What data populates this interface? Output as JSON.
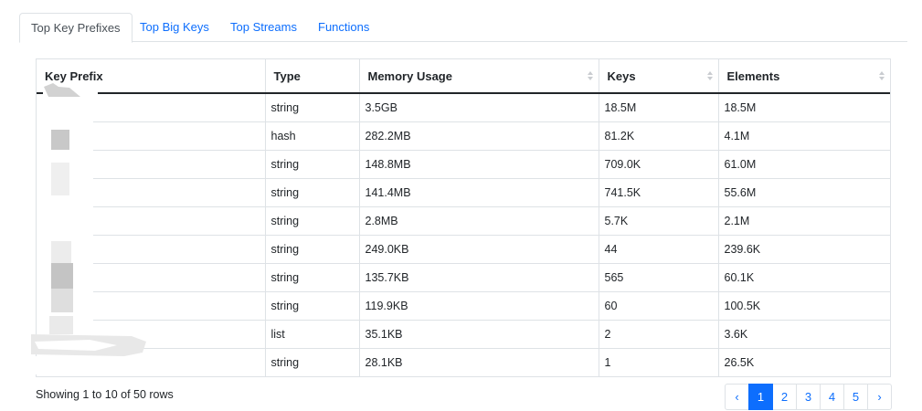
{
  "tabs": [
    {
      "label": "Top Key Prefixes",
      "active": true
    },
    {
      "label": "Top Big Keys",
      "active": false
    },
    {
      "label": "Top Streams",
      "active": false
    },
    {
      "label": "Functions",
      "active": false
    }
  ],
  "table": {
    "columns": [
      "Key Prefix",
      "Type",
      "Memory Usage",
      "Keys",
      "Elements"
    ],
    "rows": [
      {
        "prefix": "",
        "type": "string",
        "memory": "3.5GB",
        "keys": "18.5M",
        "elements": "18.5M"
      },
      {
        "prefix": "",
        "type": "hash",
        "memory": "282.2MB",
        "keys": "81.2K",
        "elements": "4.1M"
      },
      {
        "prefix": "",
        "type": "string",
        "memory": "148.8MB",
        "keys": "709.0K",
        "elements": "61.0M"
      },
      {
        "prefix": "",
        "type": "string",
        "memory": "141.4MB",
        "keys": "741.5K",
        "elements": "55.6M"
      },
      {
        "prefix": "",
        "type": "string",
        "memory": "2.8MB",
        "keys": "5.7K",
        "elements": "2.1M"
      },
      {
        "prefix": "",
        "type": "string",
        "memory": "249.0KB",
        "keys": "44",
        "elements": "239.6K"
      },
      {
        "prefix": "",
        "type": "string",
        "memory": "135.7KB",
        "keys": "565",
        "elements": "60.1K"
      },
      {
        "prefix": "",
        "type": "string",
        "memory": "119.9KB",
        "keys": "60",
        "elements": "100.5K"
      },
      {
        "prefix": "",
        "type": "list",
        "memory": "35.1KB",
        "keys": "2",
        "elements": "3.6K"
      },
      {
        "prefix": "",
        "type": "string",
        "memory": "28.1KB",
        "keys": "1",
        "elements": "26.5K"
      }
    ]
  },
  "footer": {
    "showing": "Showing 1 to 10 of 50 rows"
  },
  "pagination": {
    "prev": "‹",
    "pages": [
      "1",
      "2",
      "3",
      "4",
      "5"
    ],
    "next": "›",
    "active_page": "1"
  },
  "colors": {
    "accent": "#0d6efd",
    "border": "#dee2e6"
  }
}
